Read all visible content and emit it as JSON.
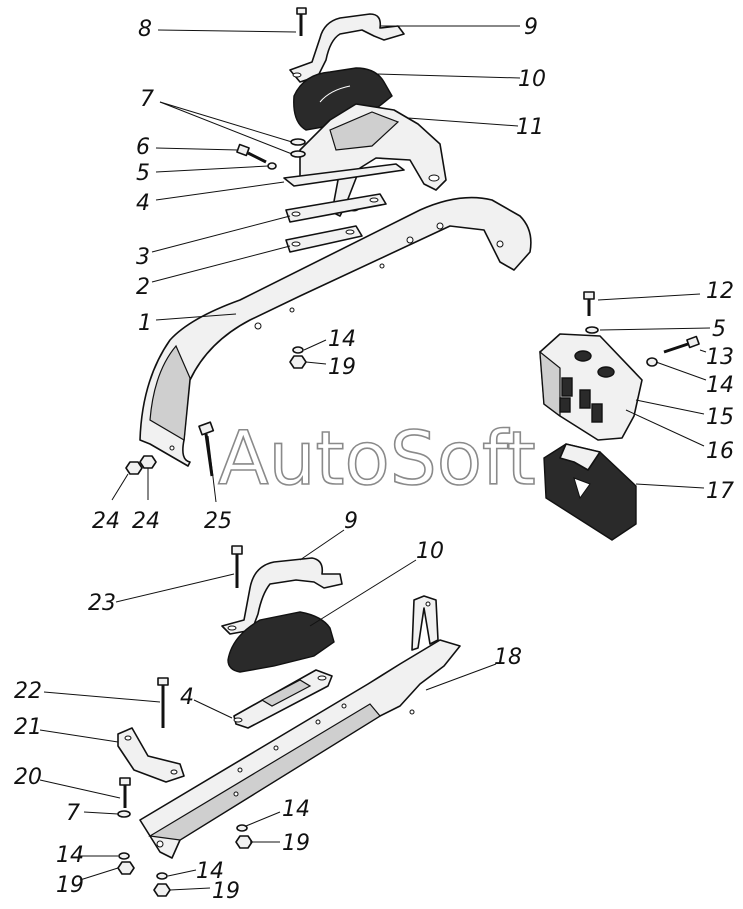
{
  "watermark": "AutoSoft",
  "callouts": [
    {
      "n": "8"
    },
    {
      "n": "9"
    },
    {
      "n": "10"
    },
    {
      "n": "11"
    },
    {
      "n": "7"
    },
    {
      "n": "6"
    },
    {
      "n": "5"
    },
    {
      "n": "4"
    },
    {
      "n": "3"
    },
    {
      "n": "2"
    },
    {
      "n": "1"
    },
    {
      "n": "14"
    },
    {
      "n": "19"
    },
    {
      "n": "12"
    },
    {
      "n": "5"
    },
    {
      "n": "13"
    },
    {
      "n": "14"
    },
    {
      "n": "15"
    },
    {
      "n": "16"
    },
    {
      "n": "17"
    },
    {
      "n": "24"
    },
    {
      "n": "24"
    },
    {
      "n": "25"
    },
    {
      "n": "9"
    },
    {
      "n": "10"
    },
    {
      "n": "23"
    },
    {
      "n": "18"
    },
    {
      "n": "22"
    },
    {
      "n": "4"
    },
    {
      "n": "21"
    },
    {
      "n": "20"
    },
    {
      "n": "7"
    },
    {
      "n": "14"
    },
    {
      "n": "19"
    },
    {
      "n": "14"
    },
    {
      "n": "19"
    },
    {
      "n": "14"
    },
    {
      "n": "19"
    }
  ]
}
